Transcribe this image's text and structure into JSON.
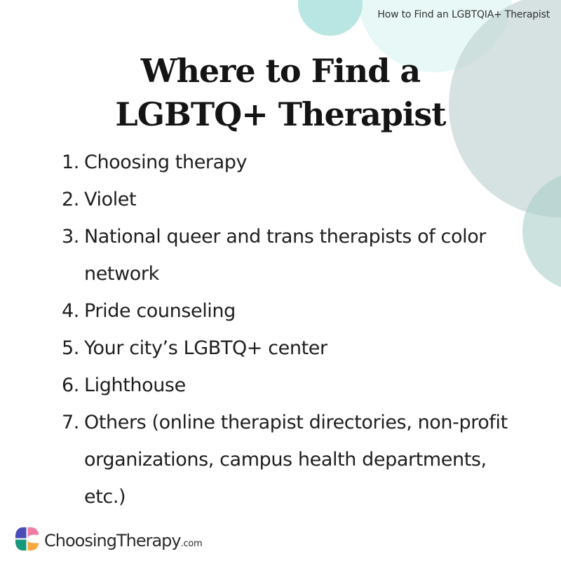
{
  "header": {
    "label": "How to Find an LGBTQIA+ Therapist"
  },
  "title": {
    "line1": "Where to Find a",
    "line2": "LGBTQ+ Therapist"
  },
  "list": {
    "items": [
      {
        "number": "1.",
        "text": "Choosing therapy"
      },
      {
        "number": "2.",
        "text": "Violet"
      },
      {
        "number": "3.",
        "text": "National queer and trans therapists of color network"
      },
      {
        "number": "4.",
        "text": "Pride counseling"
      },
      {
        "number": "5.",
        "text": "Your city’s LGBTQ+ center"
      },
      {
        "number": "6.",
        "text": "Lighthouse"
      },
      {
        "number": "7.",
        "text": "Others (online therapist directories, non-profit organizations, campus health departments, etc.)"
      }
    ]
  },
  "brand": {
    "name": "ChoosingTherapy",
    "tld": ".com",
    "icon": "choosingtherapy-logo-icon",
    "colors": {
      "top_left": "#4a4db5",
      "top_right": "#f27ba2",
      "bottom_left": "#17987c",
      "bottom_right": "#f9a93e"
    }
  },
  "decor": {
    "colors": {
      "pale_circle": "#e8f8f6",
      "teal_circle": "#b9e6e2",
      "gray_circle": "#d4e1e0",
      "right_circle": "#cde2e0"
    }
  }
}
